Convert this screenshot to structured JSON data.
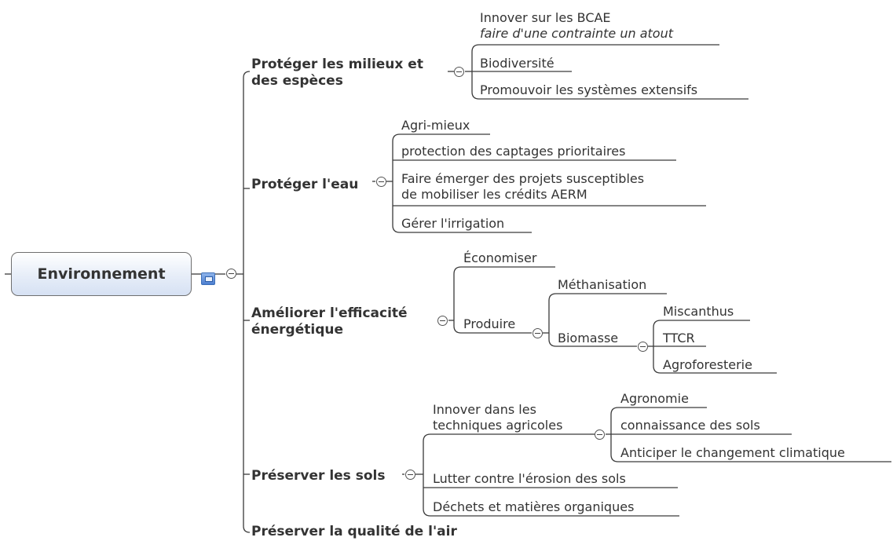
{
  "root": {
    "label": "Environnement"
  },
  "branches": {
    "milieux": {
      "label_1": "Protéger les milieux et",
      "label_2": "des espèces",
      "children": {
        "bcae_1": "Innover sur les BCAE",
        "bcae_2": "faire d'une contrainte un atout",
        "biodiversite": "Biodiversité",
        "extensifs": "Promouvoir les systèmes extensifs"
      }
    },
    "eau": {
      "label": "Protéger l'eau",
      "children": {
        "agri": "Agri-mieux",
        "captages": "protection des captages prioritaires",
        "projets_1": "Faire émerger des projets susceptibles",
        "projets_2": "de mobiliser les crédits AERM",
        "irrigation": "Gérer l'irrigation"
      }
    },
    "energie": {
      "label_1": "Améliorer l'efficacité",
      "label_2": "énergétique",
      "children": {
        "economiser": "Économiser",
        "produire": "Produire",
        "methanisation": "Méthanisation",
        "biomasse": "Biomasse",
        "miscanthus": "Miscanthus",
        "ttcr": "TTCR",
        "agroforesterie": "Agroforesterie"
      }
    },
    "sols": {
      "label": "Préserver les sols",
      "children": {
        "innover_1": "Innover dans les",
        "innover_2": "techniques agricoles",
        "agronomie": "Agronomie",
        "connaissance": "connaissance des sols",
        "climat": "Anticiper le changement climatique",
        "erosion": "Lutter contre l'érosion des sols",
        "dechets": "Déchets et matières organiques"
      }
    },
    "air": {
      "label": "Préserver la qualité de l'air"
    }
  },
  "colors": {
    "line": "#3a3a3a",
    "root_fill": "#dfe7f5",
    "root_border": "#6f6f6f",
    "icon": "#4d7fd0"
  }
}
